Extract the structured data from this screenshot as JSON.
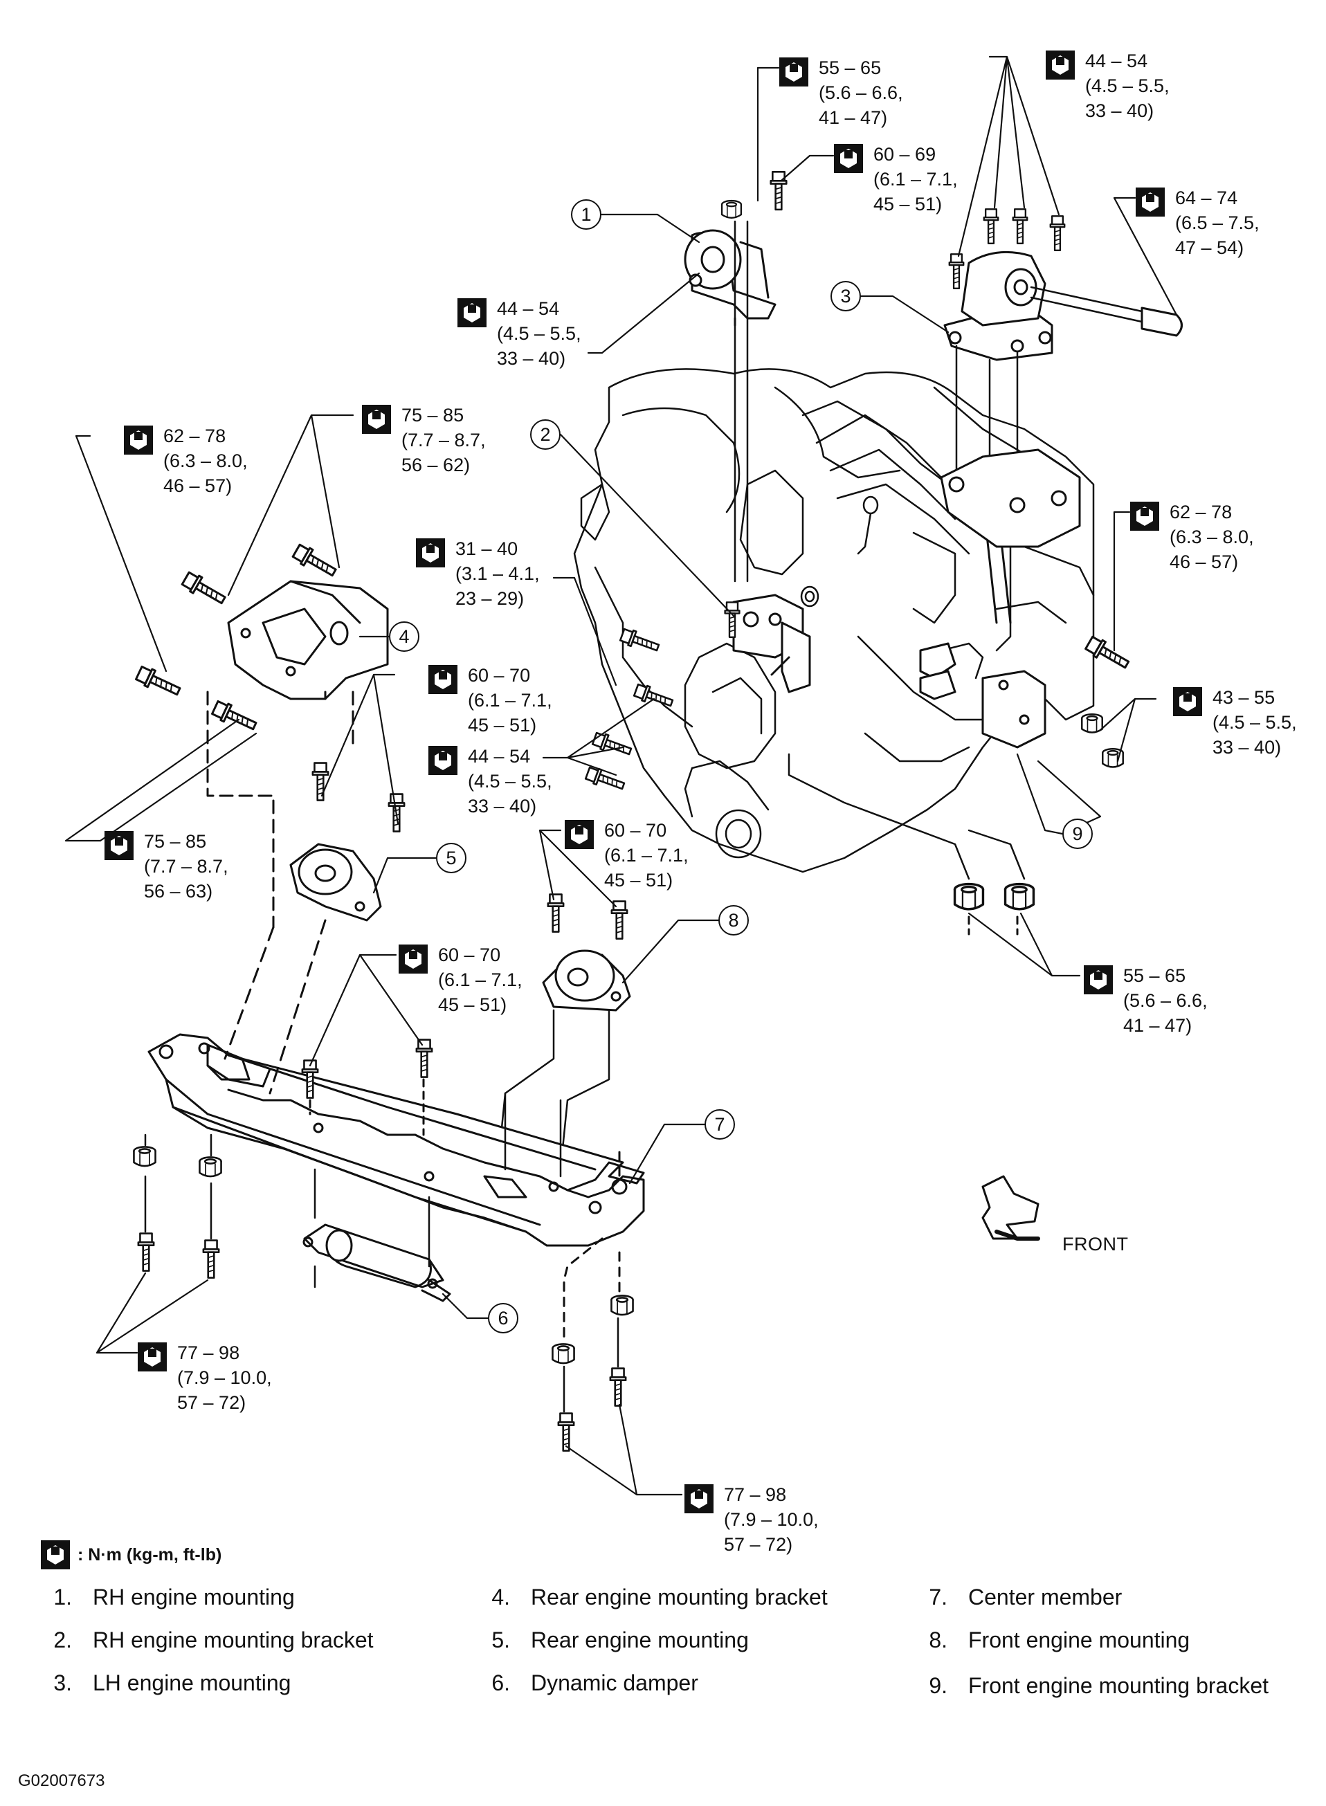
{
  "torque_specs": [
    {
      "id": "t1",
      "lines": [
        "55 – 65",
        "(5.6 – 6.6,",
        "41 – 47)"
      ]
    },
    {
      "id": "t2",
      "lines": [
        "44 – 54",
        "(4.5 – 5.5,",
        "33 – 40)"
      ]
    },
    {
      "id": "t3",
      "lines": [
        "60 – 69",
        "(6.1 – 7.1,",
        "45 – 51)"
      ]
    },
    {
      "id": "t4",
      "lines": [
        "64 – 74",
        "(6.5 – 7.5,",
        "47 – 54)"
      ]
    },
    {
      "id": "t5",
      "lines": [
        "44 – 54",
        "(4.5 – 5.5,",
        "33 – 40)"
      ]
    },
    {
      "id": "t6",
      "lines": [
        "62 – 78",
        "(6.3 – 8.0,",
        "46 – 57)"
      ]
    },
    {
      "id": "t7",
      "lines": [
        "75 – 85",
        "(7.7 – 8.7,",
        "56 – 62)"
      ]
    },
    {
      "id": "t8",
      "lines": [
        "31 – 40",
        "(3.1 – 4.1,",
        "23 – 29)"
      ]
    },
    {
      "id": "t9",
      "lines": [
        "62 – 78",
        "(6.3 – 8.0,",
        "46 – 57)"
      ]
    },
    {
      "id": "t10",
      "lines": [
        "60 – 70",
        "(6.1 – 7.1,",
        "45 – 51)"
      ]
    },
    {
      "id": "t11",
      "lines": [
        "43 – 55",
        "(4.5 – 5.5,",
        "33 – 40)"
      ]
    },
    {
      "id": "t12",
      "lines": [
        "44 – 54",
        "(4.5 – 5.5,",
        "33 – 40)"
      ]
    },
    {
      "id": "t13",
      "lines": [
        "75 – 85",
        "(7.7 – 8.7,",
        "56 – 63)"
      ]
    },
    {
      "id": "t14",
      "lines": [
        "60 – 70",
        "(6.1 – 7.1,",
        "45 – 51)"
      ]
    },
    {
      "id": "t15",
      "lines": [
        "55 – 65",
        "(5.6 – 6.6,",
        "41 – 47)"
      ]
    },
    {
      "id": "t16",
      "lines": [
        "60 – 70",
        "(6.1 – 7.1,",
        "45 – 51)"
      ]
    },
    {
      "id": "t17",
      "lines": [
        "77 – 98",
        "(7.9 – 10.0,",
        "57 – 72)"
      ]
    },
    {
      "id": "t18",
      "lines": [
        "77 – 98",
        "(7.9 – 10.0,",
        "57 – 72)"
      ]
    }
  ],
  "callouts": [
    "1",
    "2",
    "3",
    "4",
    "5",
    "6",
    "7",
    "8",
    "9"
  ],
  "front_label": "FRONT",
  "units_legend": ": N·m (kg-m, ft-lb)",
  "parts": [
    {
      "num": "1.",
      "name": "RH engine mounting"
    },
    {
      "num": "2.",
      "name": "RH engine mounting bracket"
    },
    {
      "num": "3.",
      "name": "LH engine mounting"
    },
    {
      "num": "4.",
      "name": "Rear engine mounting bracket"
    },
    {
      "num": "5.",
      "name": "Rear engine mounting"
    },
    {
      "num": "6.",
      "name": "Dynamic damper"
    },
    {
      "num": "7.",
      "name": "Center member"
    },
    {
      "num": "8.",
      "name": "Front engine mounting"
    },
    {
      "num": "9.",
      "name": "Front engine mounting bracket"
    }
  ],
  "figure_id": "G02007673"
}
